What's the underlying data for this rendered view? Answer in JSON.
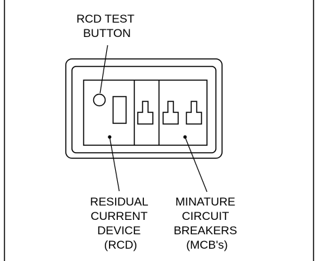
{
  "labels": {
    "rcd_test_button": [
      "RCD TEST",
      "BUTTON"
    ],
    "residual_current_device": [
      "RESIDUAL",
      "CURRENT",
      "DEVICE",
      "(RCD)"
    ],
    "miniature_circuit_breakers": [
      "MINATURE",
      "CIRCUIT",
      "BREAKERS",
      "(MCB's)"
    ]
  },
  "colors": {
    "line": "#000000",
    "background": "#ffffff"
  }
}
